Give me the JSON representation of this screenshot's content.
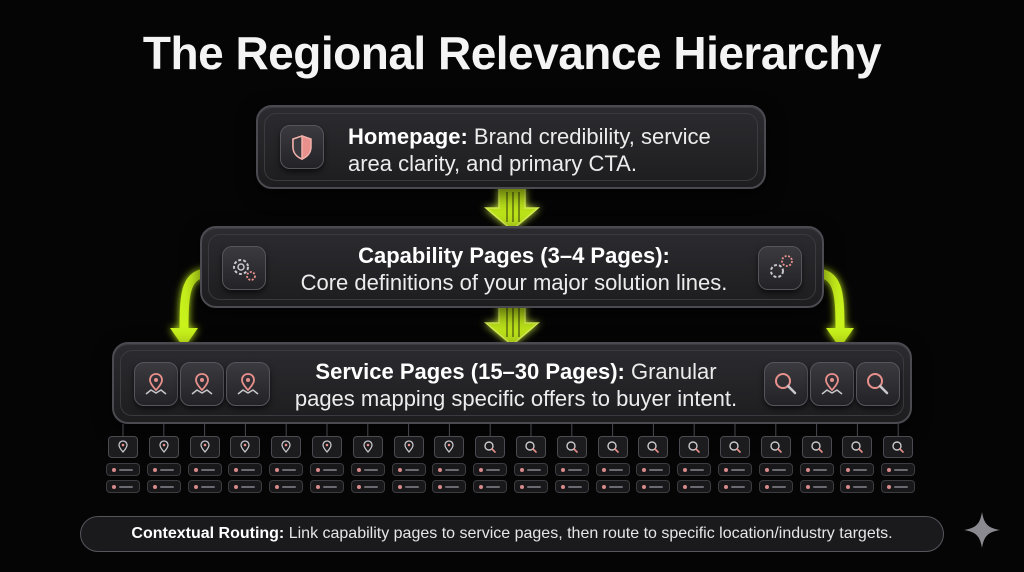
{
  "title": "The Regional Relevance Hierarchy",
  "tiers": {
    "homepage": {
      "label": "Homepage:",
      "line1": " Brand credibility, service",
      "line2": "area clarity, and primary CTA.",
      "icon": "shield-icon"
    },
    "capability": {
      "label": "Capability Pages (3–4 Pages):",
      "line2": "Core definitions of your major solution lines.",
      "icons": [
        "gear-icon",
        "gear-icon"
      ]
    },
    "service": {
      "label": "Service Pages (15–30 Pages):",
      "line1": " Granular",
      "line2": "pages mapping specific offers to buyer intent.",
      "icons_left": [
        "map-pin-icon",
        "map-pin-icon",
        "map-pin-icon"
      ],
      "icons_right": [
        "magnifier-icon",
        "map-pin-icon",
        "magnifier-icon"
      ]
    }
  },
  "targets": {
    "columns": [
      "pin",
      "pin",
      "pin",
      "pin",
      "pin",
      "pin",
      "pin",
      "pin",
      "pin",
      "magnifier",
      "magnifier",
      "magnifier",
      "magnifier",
      "magnifier",
      "magnifier",
      "magnifier",
      "magnifier",
      "magnifier",
      "magnifier",
      "magnifier"
    ],
    "rows_per_column": 3
  },
  "footer": {
    "label": "Contextual Routing:",
    "text": " Link capability pages to service pages, then route to specific location/industry targets."
  },
  "colors": {
    "accent": "#d4ff1a",
    "icon_pink": "#e8908c",
    "background": "#050505"
  }
}
